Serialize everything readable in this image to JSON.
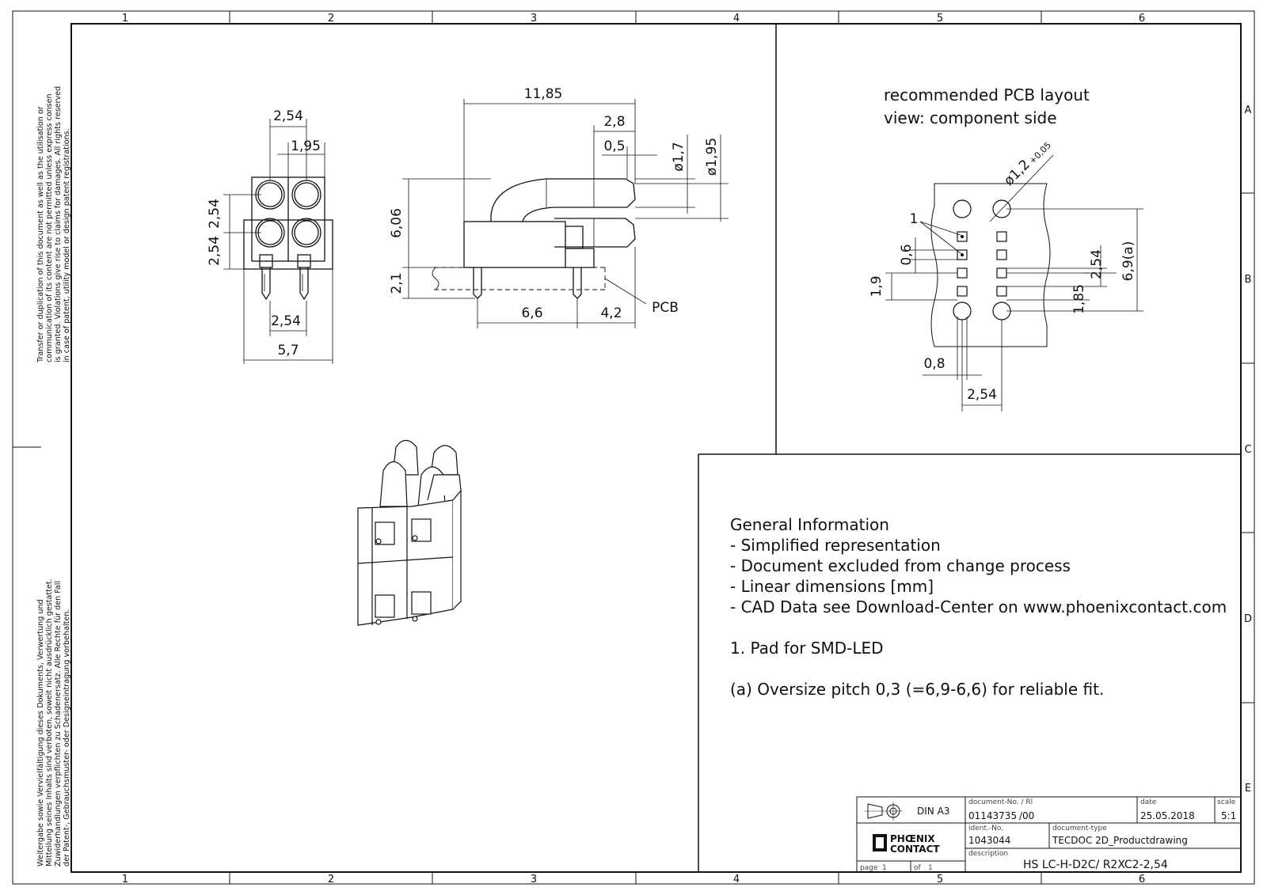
{
  "zones": {
    "columns": [
      "1",
      "2",
      "3",
      "4",
      "5",
      "6"
    ],
    "rows": [
      "A",
      "B",
      "C",
      "D",
      "E"
    ]
  },
  "side_notes": {
    "english": [
      "Transfer or duplication of this document as well as the utilisation or",
      "communication of its content are not permitted unless express consen",
      "is granted. Violations give rise to claims for damages. All rights reserved",
      "in case of patent, utility model or design patent registrations."
    ],
    "german": [
      "Weitergabe sowie Vervielfältigung dieses Dokuments, Verwertung und",
      "Mitteilung seines Inhalts sind verboten, soweit nicht ausdrücklich gestattet.",
      "Zuwiderhandlungen verpflichten zu Schadenersatz. Alle Rechte für den Fall",
      "der Patent-, Gebrauchsmuster- oder Designeintragung vorbehalten."
    ]
  },
  "front_view": {
    "dims": [
      "2,54",
      "1,95",
      "2,54",
      "2,54",
      "2,54",
      "5,7"
    ]
  },
  "side_view": {
    "dims": [
      "11,85",
      "2,8",
      "0,5",
      "ø1,7",
      "ø1,95",
      "6,06",
      "2,1",
      "6,6",
      "4,2"
    ],
    "pcb_label": "PCB"
  },
  "pcb_layout": {
    "title_line1": "recommended PCB layout",
    "title_line2": "view: component side",
    "hole_dim": "ø1,2",
    "hole_tol": "+0,05",
    "callout": "1",
    "dims": [
      "0,6",
      "1,9",
      "2,54",
      "6,9(a)",
      "1,85",
      "0,8",
      "2,54"
    ]
  },
  "general_info": {
    "heading": "General Information",
    "items": [
      "- Simplified representation",
      "- Document excluded from change process",
      "- Linear dimensions [mm]",
      "- CAD Data see Download-Center on www.phoenixcontact.com"
    ],
    "note1": "1. Pad for SMD-LED",
    "note2": "(a) Oversize pitch 0,3 (=6,9-6,6) for reliable fit."
  },
  "title_block": {
    "format": "DIN A3",
    "doc_no_label": "document-No. / Rl",
    "doc_no": "01143735",
    "rev": "/00",
    "date_label": "date",
    "date": "25.05.2018",
    "scale_label": "scale",
    "scale": "5:1",
    "ident_label": "ident.-No.",
    "ident": "1043044",
    "doctype_label": "document-type",
    "doctype": "TECDOC 2D_Productdrawing",
    "desc_label": "description",
    "description": "HS LC-H-D2C/ R2XC2-2,54",
    "logo_line1": "PHŒNIX",
    "logo_line2": "CONTACT",
    "page_label": "page",
    "page": "1",
    "of_label": "of",
    "of": "1"
  }
}
